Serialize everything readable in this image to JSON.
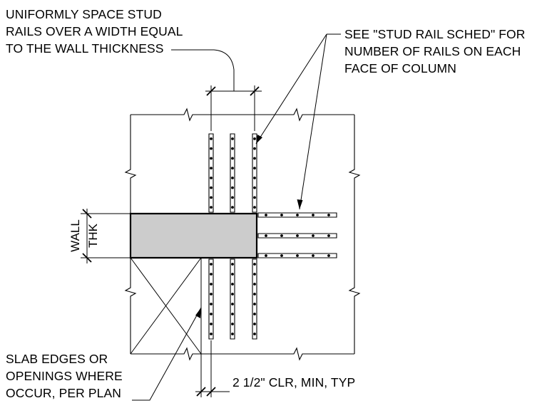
{
  "notes": {
    "top_left": [
      "UNIFORMLY SPACE STUD",
      "RAILS OVER A WIDTH EQUAL",
      "TO THE WALL THICKNESS"
    ],
    "top_right": [
      "SEE \"STUD RAIL SCHED\" FOR",
      "NUMBER OF RAILS ON EACH",
      "FACE OF COLUMN"
    ],
    "bottom_left": [
      "SLAB EDGES OR",
      "OPENINGS WHERE",
      "OCCUR, PER PLAN"
    ],
    "clearance": "2 1/2\" CLR, MIN, TYP",
    "wall_thk": [
      "WALL",
      "THK"
    ]
  },
  "diagram": {
    "rails_above": 3,
    "rails_below": 3,
    "rails_right": 3,
    "studs_per_vertical_rail": 8,
    "studs_per_horizontal_rail": 5,
    "wall_fill": "#cccccc",
    "line_color": "#000000"
  }
}
